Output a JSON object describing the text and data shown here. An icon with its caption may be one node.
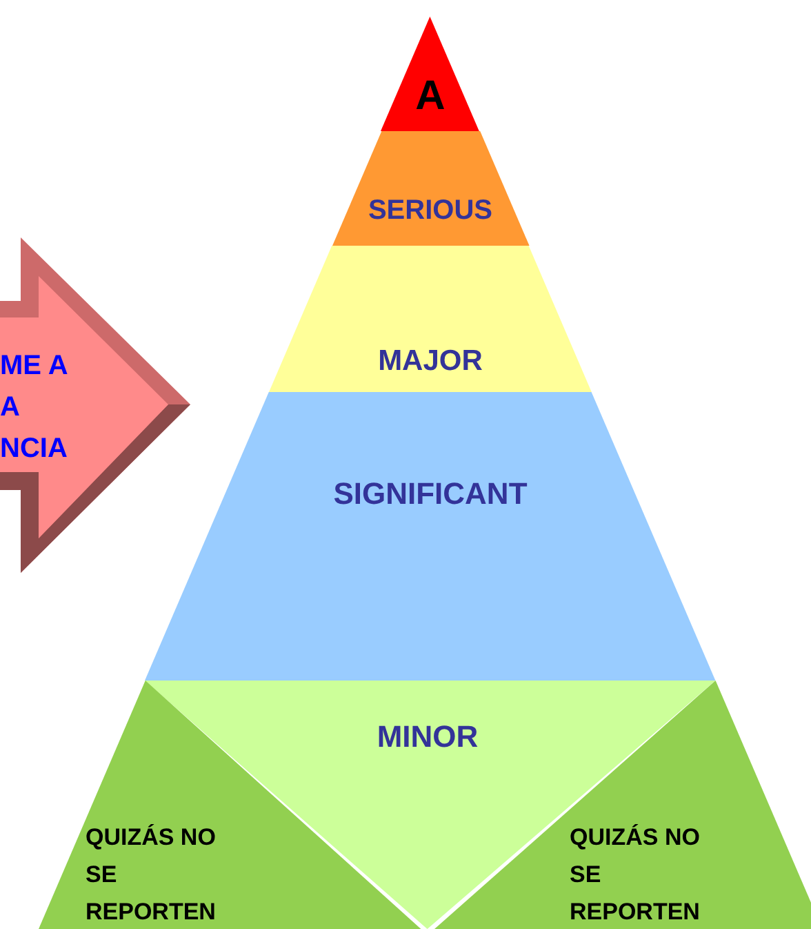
{
  "diagram": {
    "nodes": [
      {
        "text": [
          "ME A A NCIA"
        ]
      },
      {
        "text": [
          "A"
        ]
      },
      {
        "text": [
          "SERIOUS"
        ]
      },
      {
        "text": [
          "MAJOR"
        ]
      },
      {
        "text": [
          "SIGNIFICANT"
        ]
      },
      {
        "text": [
          "MINOR"
        ]
      },
      {
        "text": [
          "QUIZÁS NO SE REPORTEN"
        ]
      },
      {
        "text": [
          "QUIZÁS NO SE REPORTEN"
        ]
      }
    ]
  }
}
